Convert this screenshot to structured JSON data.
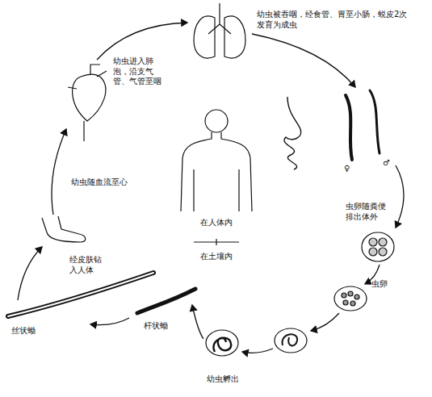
{
  "diagram": {
    "labels": [
      "幼虫进入肺泡，沿支气管、气管至咽",
      "幼虫被吞咽，经食管、胃至小肠，蜕皮2次发育为成虫",
      "幼虫随血流至心",
      "♀",
      "♂",
      "虫卵随粪便排出体外",
      "在人体内",
      "在土壤内",
      "经皮肤钻入人体",
      "虫卵",
      "丝状蚴",
      "杆状蚴",
      "幼虫孵出"
    ]
  }
}
